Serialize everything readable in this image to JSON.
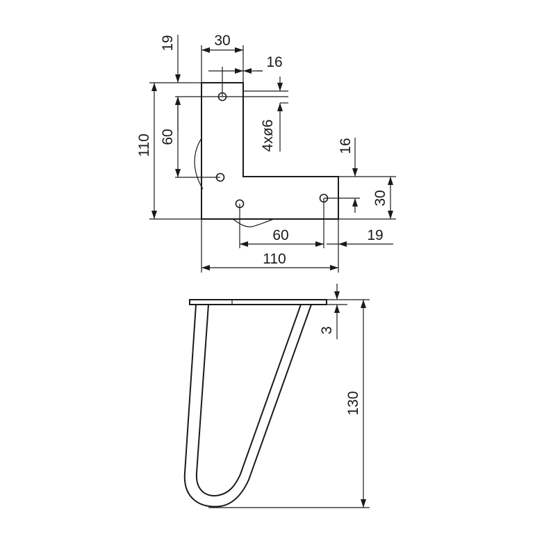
{
  "top_view": {
    "dim_top_offset": "19",
    "dim_width_arm": "30",
    "dim_hole_inset": "16",
    "dim_hole_spec": "4xø6",
    "dim_hole_spacing_vertical": "60",
    "dim_height_total": "110",
    "dim_right_hole_inset": "16",
    "dim_height_arm": "30",
    "dim_hole_spacing_horizontal": "60",
    "dim_right_offset": "19",
    "dim_width_total": "110"
  },
  "side_view": {
    "dim_plate_thickness": "3",
    "dim_height_total": "130"
  }
}
